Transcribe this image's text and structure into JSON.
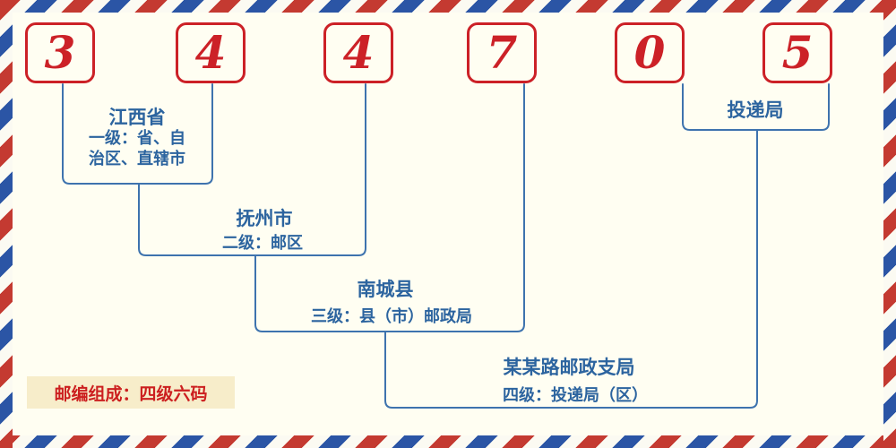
{
  "colors": {
    "red": "#cc2127",
    "blue": "#2c649f",
    "line": "#3e73ae",
    "bg": "#fffef2",
    "stripe-red": "#c43a31",
    "stripe-blue": "#2b55a5",
    "stripe-white": "#fbfaf2",
    "footer-bg": "#f7edca",
    "footer-red": "#cc1f1f"
  },
  "postal_code": {
    "digits": [
      "3",
      "4",
      "4",
      "7",
      "0",
      "5"
    ]
  },
  "labels": {
    "level1": {
      "name": "江西省",
      "desc_line1": "一级：省、自",
      "desc_line2": "治区、直辖市"
    },
    "level2": {
      "name": "抚州市",
      "desc": "二级：邮区"
    },
    "level3": {
      "name": "南城县",
      "desc": "三级：县（市）邮政局"
    },
    "level4": {
      "name": "某某路邮政支局",
      "desc": "四级：投递局（区）"
    },
    "delivery": {
      "name": "投递局"
    },
    "footer": "邮编组成：四级六码"
  }
}
